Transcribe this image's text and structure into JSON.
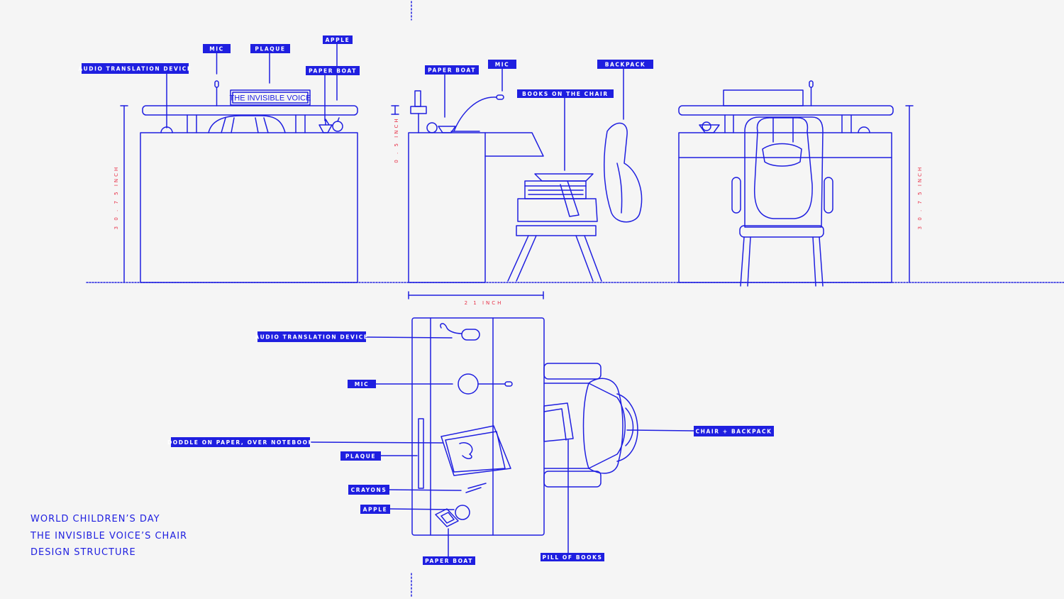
{
  "colors": {
    "line": "#1f1fe0",
    "label_bg": "#1f1fe0",
    "label_text": "#ffffff",
    "dimension": "#e8334a",
    "background": "#f5f5f5"
  },
  "front_view": {
    "labels": {
      "audio_translation_device": "AUDIO TRANSLATION DEVICE",
      "mic": "MIC",
      "plaque": "PLAQUE",
      "apple": "APPLE",
      "paper_boat": "PAPER BOAT"
    },
    "plaque_text": "THE INVISIBLE VOICE",
    "height_dimension": "3 0 . 7 5 INCH"
  },
  "side_view": {
    "labels": {
      "paper_boat": "PAPER BOAT",
      "mic": "MIC",
      "backpack": "BACKPACK",
      "books_on_the_chair": "BOOKS ON THE CHAIR"
    },
    "small_dimension": "0 . 5 INCH",
    "width_dimension": "2 1 INCH"
  },
  "back_view": {
    "height_dimension": "3 0 . 7 5 INCH"
  },
  "top_view": {
    "labels": {
      "audio_translation_device": "AUDIO TRANSLATION DEVICE",
      "mic": "MIC",
      "doodle": "DODDLE ON PAPER, OVER NOTEBOOK",
      "plaque": "PLAQUE",
      "crayons": "CRAYONS",
      "apple": "APPLE",
      "paper_boat": "PAPER BOAT",
      "pill_of_books": "PILL OF BOOKS",
      "chair_backpack": "CHAIR + BACKPACK"
    }
  },
  "caption": {
    "line1": "WORLD CHILDREN’S DAY",
    "line2": "THE INVISIBLE VOICE’S CHAIR",
    "line3": "DESIGN STRUCTURE"
  }
}
